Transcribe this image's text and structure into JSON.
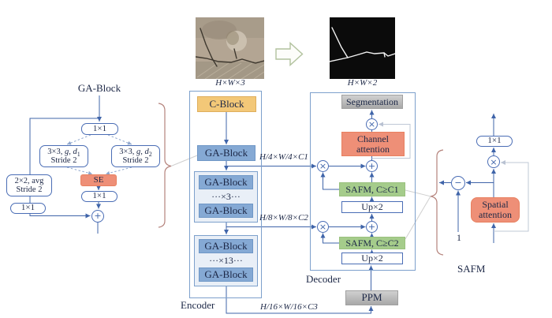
{
  "ga_detail": {
    "title": "GA-Block",
    "conv_top": "1×1",
    "branch1_prefix": "3×3, ",
    "branch1_italic": "g, d",
    "branch1_sub": "1",
    "branch2_prefix": "3×3, ",
    "branch2_italic": "g, d",
    "branch2_sub": "2",
    "stride_label": "Stride 2",
    "avgpool_line1": "2×2, avg",
    "avgpool_line2": "Stride 2",
    "se_label": "SE",
    "conv_mid": "1×1",
    "conv_shortcut": "1×1"
  },
  "io": {
    "input_dim": "H×W×3",
    "output_dim": "H×W×2"
  },
  "encoder": {
    "label": "Encoder",
    "c_block": "C-Block",
    "ga_block": "GA-Block",
    "group1_top": "GA-Block",
    "group1_repeat": "···×3···",
    "group1_bottom": "GA-Block",
    "group2_top": "GA-Block",
    "group2_repeat": "···×13···",
    "group2_bottom": "GA-Block"
  },
  "skips": {
    "c1": "H/4×W/4×C1",
    "c2": "H/8×W/8×C2",
    "c3": "H/16×W/16×C3"
  },
  "decoder": {
    "label": "Decoder",
    "segmentation": "Segmentation",
    "channel_attention_line1": "Channel",
    "channel_attention_line2": "attention",
    "safm1": "SAFM, C≥C1",
    "up1": "Up×2",
    "safm2": "SAFM, C≥C2",
    "up2": "Up×2",
    "ppm": "PPM"
  },
  "safm_detail": {
    "label": "SAFM",
    "conv": "1×1",
    "spatial_line1": "Spatial",
    "spatial_line2": "attention",
    "const_one": "1"
  },
  "operators": {
    "multiply": "×",
    "add": "+",
    "subtract": "−"
  },
  "colors": {
    "wire": "#3f64a9",
    "wire_light": "#c2cbd8",
    "dashed": "#8fa7cd",
    "text": "#1c2746",
    "yellow": "#f3c878",
    "block_blue": "#85a9d4",
    "salmon": "#ee8f77",
    "green": "#a5cc8b",
    "gray": "#b9b9b9",
    "brace": "#b5837c"
  }
}
